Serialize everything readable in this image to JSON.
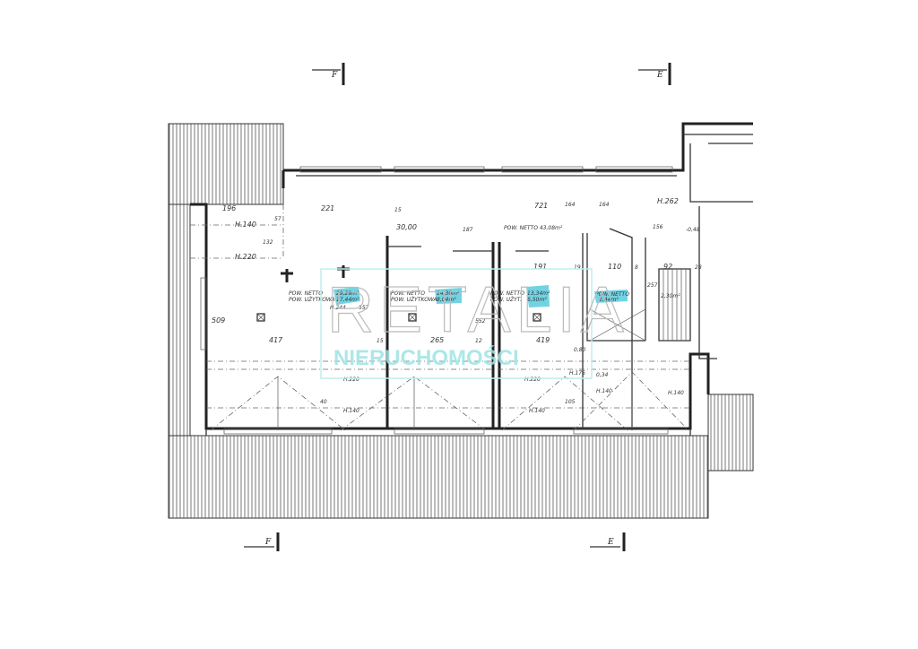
{
  "section_markers": {
    "top_left": "F",
    "top_right": "E",
    "bottom_left": "F",
    "bottom_right": "E"
  },
  "watermark": {
    "line1": "RETALIA",
    "line2": "NIERUCHOMOŚCI",
    "color": "#9fe3e3"
  },
  "highlight_color": "#4fc8dc",
  "dimensions": {
    "d196": "196",
    "d221": "221",
    "d15": "15",
    "d721": "721",
    "d164a": "164",
    "d164b": "164",
    "d156": "156",
    "h262": "H.262",
    "h140a": "H.140",
    "h220a": "H.220",
    "d132": "132",
    "d57": "57",
    "d30": "30,00",
    "d187": "187",
    "d191": "191",
    "d19": "19",
    "d110": "110",
    "d8": "8",
    "d92": "92",
    "d28": "28",
    "d048": "-0,48",
    "d509": "509",
    "d417": "417",
    "d15b": "15",
    "d265": "265",
    "d12": "12",
    "d419": "419",
    "d557": "557",
    "d552": "552",
    "h244": "H.244",
    "d080": "0,80",
    "h220b": "H.220",
    "h220c": "H.220",
    "h140b": "H.140",
    "h140c": "H.140",
    "h140d": "H.140",
    "h140e": "H.140",
    "d105": "105",
    "d40": "40",
    "h176": "H.176",
    "d034": "0,34",
    "d235": "2,30m²",
    "d257": "257"
  },
  "rooms": [
    {
      "label1": "POW. NETTO",
      "label2": "POW. UŻYTKOWA",
      "value1": "29,29m²",
      "value2": "17,44m²"
    },
    {
      "label1": "POW. NETTO",
      "label2": "POW. UŻYTKOWA",
      "value1": "14,30m²",
      "value2": "8,04m²"
    },
    {
      "label1": "POW. NETTO",
      "label2": "POW. UŻYT.",
      "value1": "13,34m²",
      "value2": "6,50m²"
    },
    {
      "label1": "POW. NETTO",
      "value1": "2,44m²"
    }
  ],
  "corridor": {
    "label": "POW. NETTO 43,08m²"
  }
}
